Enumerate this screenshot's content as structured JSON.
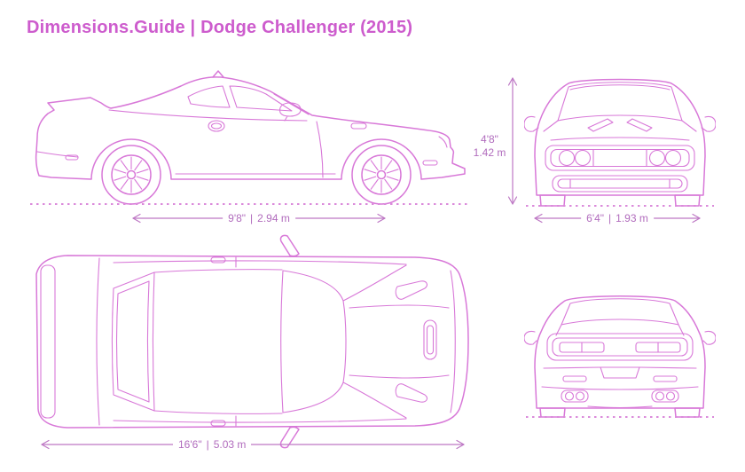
{
  "header": {
    "title": "Dimensions.Guide | Dodge Challenger (2015)"
  },
  "dimensions": {
    "wheelbase": {
      "imperial": "9'8\"",
      "separator": "|",
      "metric": "2.94 m"
    },
    "height": {
      "imperial": "4'8\"",
      "metric": "1.42 m"
    },
    "width": {
      "imperial": "6'4\"",
      "separator": "|",
      "metric": "1.93 m"
    },
    "length": {
      "imperial": "16'6\"",
      "separator": "|",
      "metric": "5.03 m"
    }
  },
  "colors": {
    "background": "#ffffff",
    "title_accent": "#cd5ccd",
    "drawing_line": "#d878d8",
    "dimension_line": "#bd77c4"
  }
}
